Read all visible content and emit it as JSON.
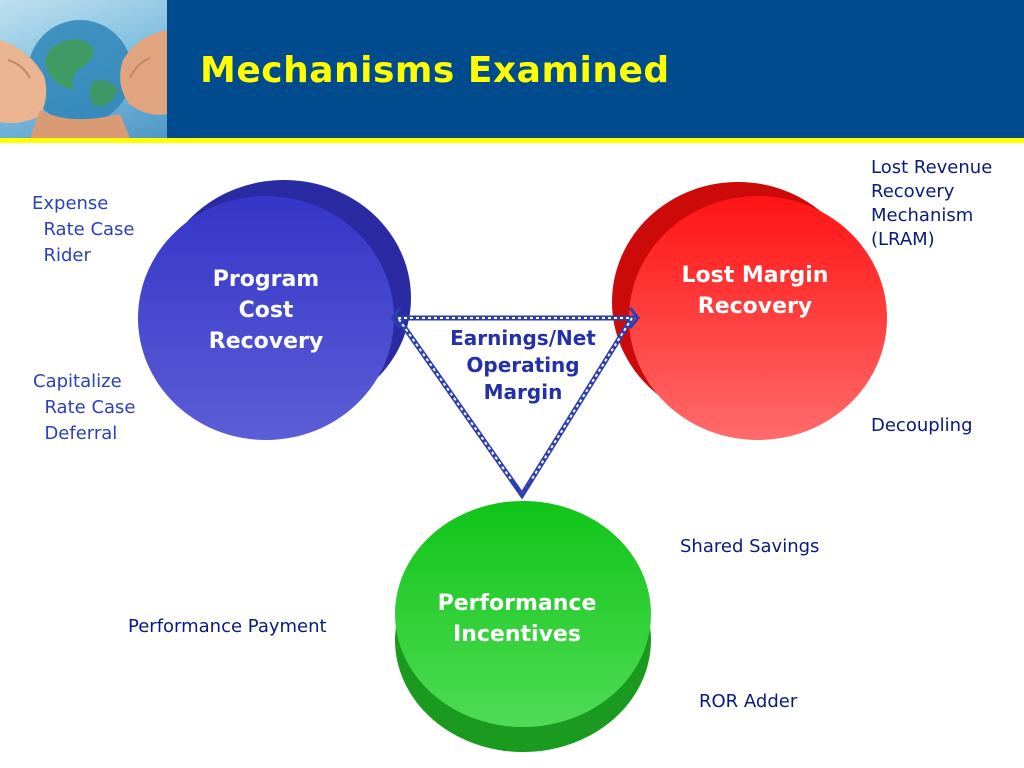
{
  "title": "Mechanisms Examined",
  "header_image": "hands-holding-globe",
  "colors": {
    "header_bg": "#004b8d",
    "title": "#ffff00",
    "accent_rule": "#ffff00",
    "program_cost_recovery": "#3b3fcf",
    "lost_margin_recovery": "#ff2a2a",
    "performance_incentives": "#22c928",
    "connector": "#2c3eb0",
    "label_text": "#2c40b8"
  },
  "nodes": {
    "program_cost_recovery": "Program\nCost\nRecovery",
    "lost_margin_recovery": "Lost Margin\nRecovery",
    "performance_incentives": "Performance\nIncentives",
    "center": "Earnings/Net\nOperating\nMargin"
  },
  "labels": {
    "expense": "Expense\n  Rate Case\n  Rider",
    "capitalize": "Capitalize\n  Rate Case\n  Deferral",
    "lram": "Lost Revenue\nRecovery\nMechanism\n(LRAM)",
    "decoupling": "Decoupling",
    "shared_savings": "Shared Savings",
    "performance_payment": "Performance Payment",
    "ror_adder": "ROR Adder"
  }
}
